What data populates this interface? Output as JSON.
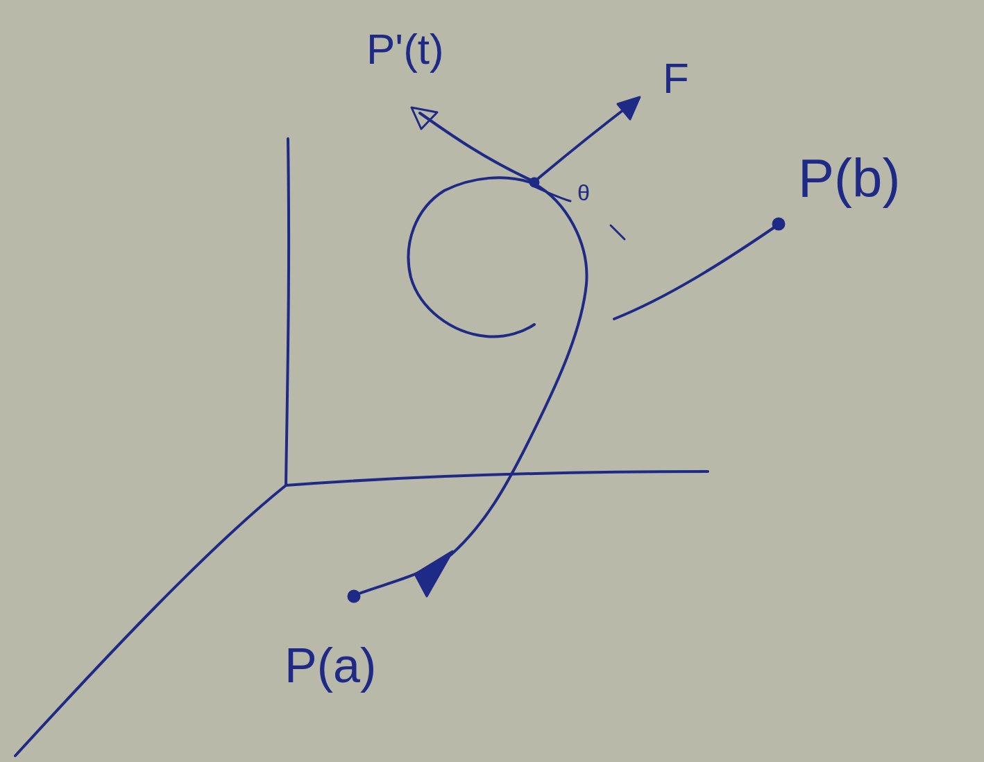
{
  "diagram": {
    "labels": [
      "P'(t)",
      "F",
      "P(b)",
      "P(a)",
      "θ"
    ]
  }
}
